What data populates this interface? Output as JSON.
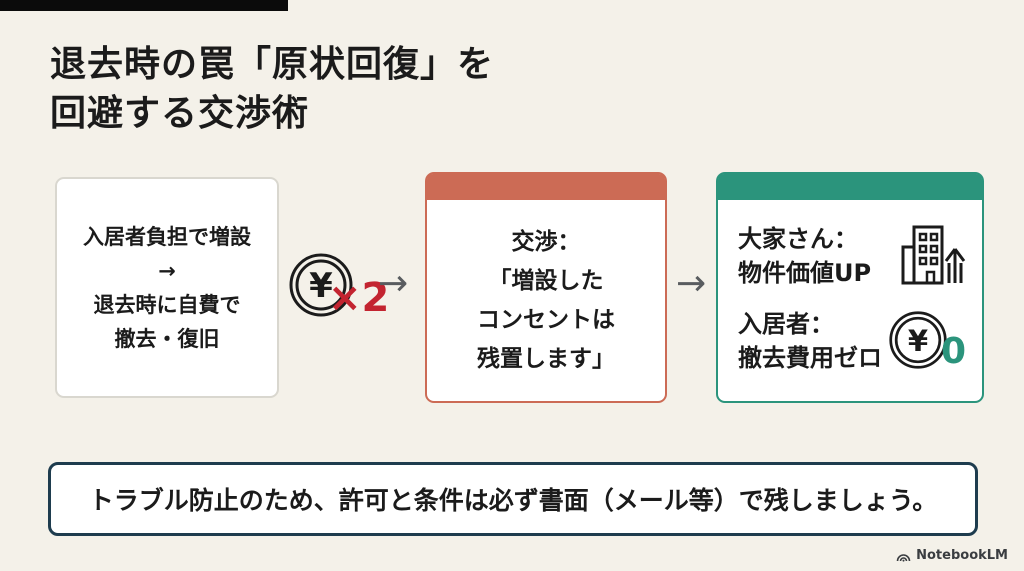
{
  "slide": {
    "title_lines": [
      "退去時の罠「原状回復」を",
      "回避する交渉術"
    ],
    "cards": {
      "card1": {
        "lines": [
          "入居者負担で増設",
          "→",
          "退去時に自費で",
          "撤去・復旧"
        ]
      },
      "card2": {
        "lines": [
          "交渉：",
          "「増設した",
          "コンセントは",
          "残置します」"
        ]
      },
      "card3": {
        "row1": {
          "line1": "大家さん：",
          "line2": "物件価値UP",
          "icon": "building-up-arrow"
        },
        "row2": {
          "line1": "入居者：",
          "line2": "撤去費用ゼロ",
          "icon": "yen-coin-zero",
          "zero_label": "0"
        }
      }
    },
    "connectors": {
      "coin_symbol": "¥",
      "multiplier": "×2",
      "arrow": "→"
    },
    "footnote": "トラブル防止のため、許可と条件は必ず書面（メール等）で残しましょう。",
    "watermark": "NotebookLM"
  },
  "colors": {
    "background": "#F4F1E9",
    "card1_border": "#D9D7CF",
    "card2_accent": "#CC6B55",
    "card3_accent": "#2B947C",
    "footnote_border": "#1E3C4E",
    "multiplier_red": "#C32430",
    "zero_teal": "#2B947C",
    "arrow_gray": "#595C5F",
    "text": "#1B1B1B"
  }
}
